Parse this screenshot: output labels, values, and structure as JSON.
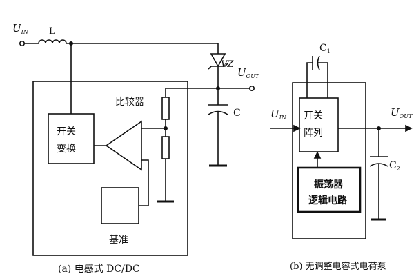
{
  "left": {
    "vin_main": "U",
    "vin_sub": "IN",
    "inductor": "L",
    "zener": "VZ",
    "vout_main": "U",
    "vout_sub": "OUT",
    "cap": "C",
    "comparator": "比较器",
    "switch_line1": "开关",
    "switch_line2": "变换",
    "reference": "基准",
    "caption": "(a) 电感式 DC/DC"
  },
  "right": {
    "vin_main": "U",
    "vin_sub": "IN",
    "c1_main": "C",
    "c1_sub": "1",
    "switch_line1": "开关",
    "switch_line2": "阵列",
    "vout_main": "U",
    "vout_sub": "OUT",
    "c2_main": "C",
    "c2_sub": "2",
    "osc_line1": "振荡器",
    "osc_line2": "逻辑电路",
    "caption": "(b) 无调整电容式电荷泵"
  }
}
